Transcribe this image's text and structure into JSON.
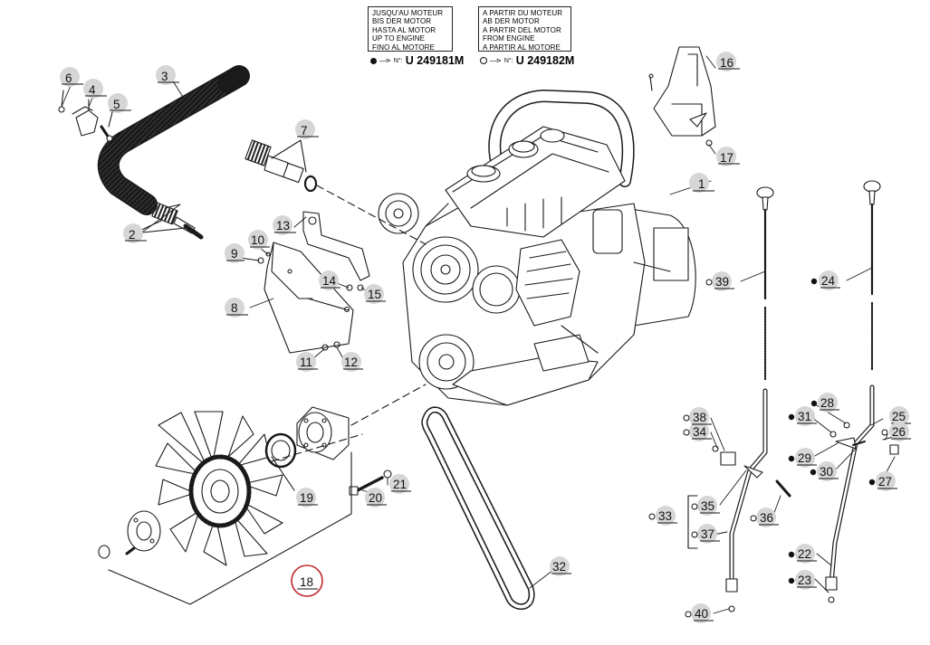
{
  "header": {
    "box_before": [
      "JUSQU'AU MOTEUR",
      "BIS DER MOTOR",
      "HASTA AL MOTOR",
      "UP TO ENGINE",
      "FINO AL MOTORE"
    ],
    "box_after": [
      "A PARTIR DU MOTEUR",
      "AB DER MOTOR",
      "A PARTIR DEL MOTOR",
      "FROM ENGINE",
      "A PARTIR AL MOTORE"
    ],
    "serial_prefix": "N°:",
    "serial_before": "U 249181M",
    "serial_after": "U 249182M"
  },
  "callouts": {
    "c1": "1",
    "c2": "2",
    "c3": "3",
    "c4": "4",
    "c5": "5",
    "c6": "6",
    "c7": "7",
    "c8": "8",
    "c9": "9",
    "c10": "10",
    "c11": "11",
    "c12": "12",
    "c13": "13",
    "c14": "14",
    "c15": "15",
    "c16": "16",
    "c17": "17",
    "c18": "18",
    "c19": "19",
    "c20": "20",
    "c21": "21",
    "c22": "22",
    "c23": "23",
    "c24": "24",
    "c25": "25",
    "c26": "26",
    "c27": "27",
    "c28": "28",
    "c29": "29",
    "c30": "30",
    "c31": "31",
    "c32": "32",
    "c33": "33",
    "c34": "34",
    "c35": "35",
    "c36": "36",
    "c37": "37",
    "c38": "38",
    "c39": "39",
    "c40": "40"
  },
  "highlight": {
    "part": "18",
    "color": "#c0282d"
  },
  "colors": {
    "line": "#1a1a1a",
    "callout_bubble": "#d6d6d6"
  }
}
